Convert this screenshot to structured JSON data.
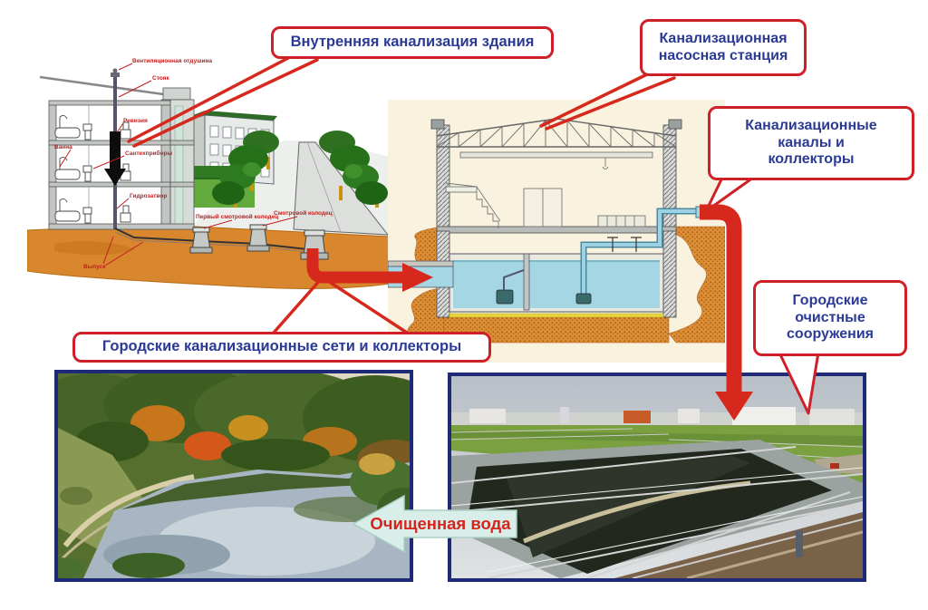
{
  "colors": {
    "accent_red": "#d6281c",
    "callout_border": "#cf2028",
    "callout_text": "#2b3a94",
    "photo_border": "#1e2a78",
    "soil_orange": "#d9872f",
    "water_cyan": "#a5d6e4",
    "station_background": "#f8f2df",
    "clean_arrow_fill": "#d9eee8",
    "clean_arrow_text": "#d6251f"
  },
  "callouts": {
    "internal_sewerage": "Внутренняя канализация здания",
    "pump_station": "Канализационная насосная станция",
    "channels_collectors": "Канализационные каналы и коллекторы",
    "treatment_facilities": "Городские очистные сооружения",
    "city_networks": "Городские канализационные сети и коллекторы",
    "clean_water": "Очищенная вода"
  },
  "building_labels": {
    "vent": "Вентиляционная отдушина",
    "stack": "Стояк",
    "revision": "Ревизия",
    "bath": "Ванна",
    "fixtures": "Сантехприборы",
    "water_seal": "Гидрозатвор",
    "outlet": "Выпуск",
    "first_manhole": "Первый смотровой колодец",
    "manhole": "Смотровой колодец"
  }
}
